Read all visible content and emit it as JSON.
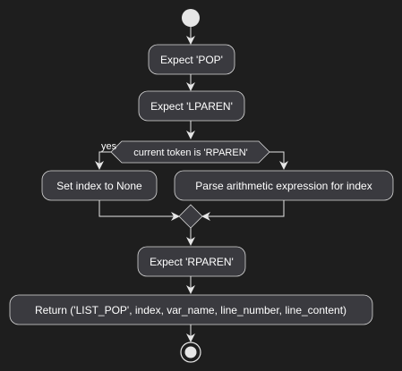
{
  "colors": {
    "background": "#1e1e1e",
    "node_fill": "#3a3a3f",
    "node_stroke": "#d9d9d9",
    "edge": "#e6e6e6",
    "text": "#ffffff"
  },
  "diagram": {
    "type": "activity",
    "start_icon": "start-node-icon",
    "end_icon": "end-node-icon",
    "steps": {
      "expect_pop": "Expect 'POP'",
      "expect_lparen": "Expect 'LPAREN'",
      "condition": "current token is 'RPAREN'",
      "branch_yes_label": "yes",
      "set_index_none": "Set index to None",
      "parse_index": "Parse arithmetic expression for index",
      "expect_rparen": "Expect 'RPAREN'",
      "return_stmt": "Return ('LIST_POP', index, var_name, line_number, line_content)"
    }
  }
}
